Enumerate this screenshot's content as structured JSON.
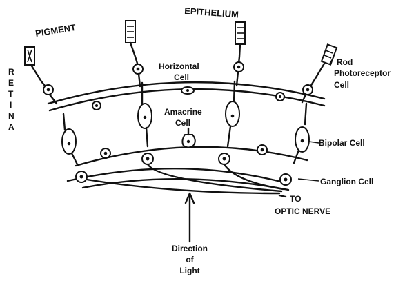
{
  "labels": {
    "pigment": "PIGMENT",
    "epithelium": "EPITHELIUM",
    "retina": [
      "R",
      "E",
      "T",
      "I",
      "N",
      "A"
    ],
    "horizontal_cell": [
      "Horizontal",
      "Cell"
    ],
    "amacrine_cell": [
      "Amacrine",
      "Cell"
    ],
    "rod_photoreceptor_cell": [
      "Rod",
      "Photoreceptor",
      "Cell"
    ],
    "bipolar_cell": "Bipolar Cell",
    "ganglion_cell": "Ganglion Cell",
    "optic_nerve": [
      "TO",
      "OPTIC NERVE"
    ],
    "direction_of_light": [
      "Direction",
      "of",
      "Light"
    ]
  }
}
